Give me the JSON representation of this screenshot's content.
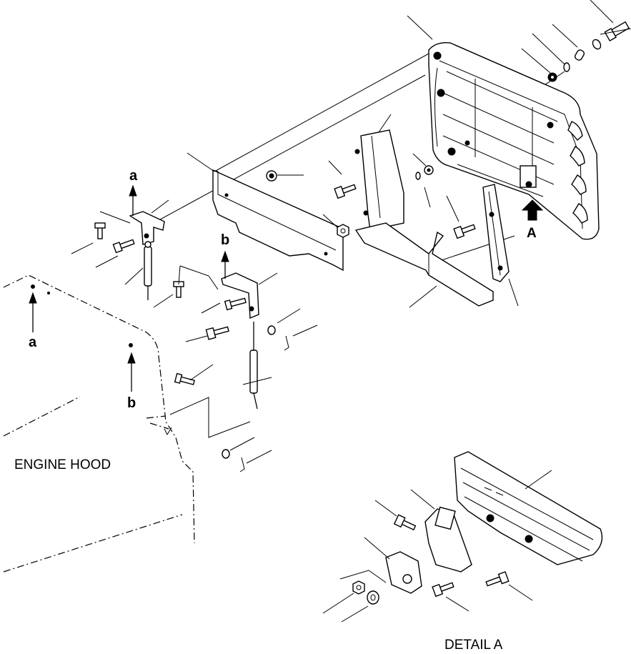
{
  "labels": {
    "engine_hood": "ENGINE HOOD",
    "detail_a": "DETAIL A",
    "view_a": "A",
    "ref_a_top": "a",
    "ref_a_bottom": "a",
    "ref_b_top": "b",
    "ref_b_bottom": "b"
  }
}
